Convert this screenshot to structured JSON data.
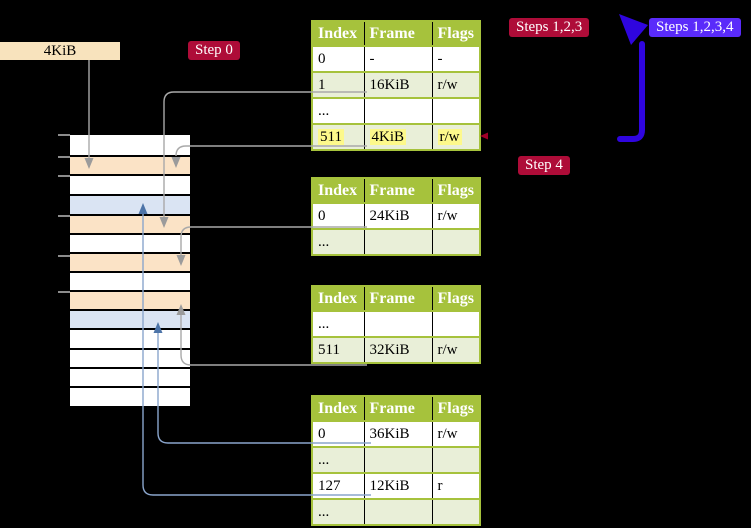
{
  "frame_label_box": {
    "label": "4KiB"
  },
  "badges": {
    "step0": {
      "label": "Step 0"
    },
    "steps123": {
      "label": "Steps 1,2,3"
    },
    "steps1234": {
      "label": "Steps 1,2,3,4"
    },
    "step4": {
      "label": "Step 4"
    }
  },
  "tables": {
    "t1": {
      "headers": [
        "Index",
        "Frame",
        "Flags"
      ],
      "rows": [
        [
          "0",
          "-",
          "-"
        ],
        [
          "1",
          "16KiB",
          "r/w"
        ],
        [
          "...",
          "",
          ""
        ],
        [
          "511",
          "4KiB",
          "r/w"
        ]
      ]
    },
    "t2": {
      "headers": [
        "Index",
        "Frame",
        "Flags"
      ],
      "rows": [
        [
          "0",
          "24KiB",
          "r/w"
        ],
        [
          "...",
          "",
          ""
        ]
      ]
    },
    "t3": {
      "headers": [
        "Index",
        "Frame",
        "Flags"
      ],
      "rows": [
        [
          "...",
          "",
          ""
        ],
        [
          "511",
          "32KiB",
          "r/w"
        ]
      ]
    },
    "t4": {
      "headers": [
        "Index",
        "Frame",
        "Flags"
      ],
      "rows": [
        [
          "0",
          "36KiB",
          "r/w"
        ],
        [
          "...",
          "",
          ""
        ],
        [
          "127",
          "12KiB",
          "r"
        ],
        [
          "...",
          "",
          ""
        ]
      ]
    }
  },
  "colors": {
    "table_header_green": "#a6c23c",
    "table_row_green": "#e9efd8",
    "highlight_yellow": "#fdf98b",
    "memory_orange": "#fbe3c6",
    "memory_blue": "#dae4f3",
    "frame_box_tan": "#f8e3bd",
    "badge_red": "#ae0c38",
    "badge_blue": "#5a2bfa",
    "big_arrow_blue": "#2f05df",
    "connector_gray": "#a9a9a9",
    "connector_blue": "#8aa5cc"
  }
}
